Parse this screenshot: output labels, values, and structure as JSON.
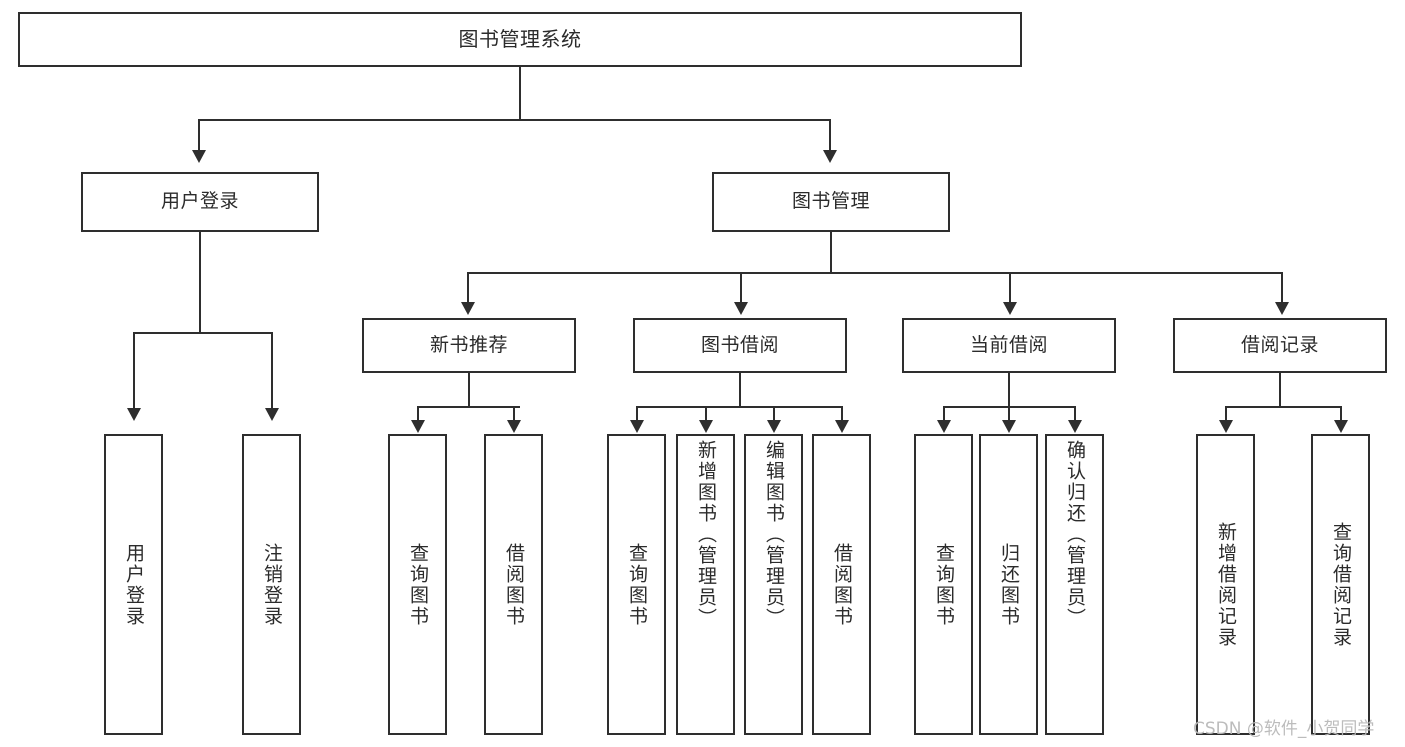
{
  "diagram": {
    "type": "tree",
    "title": "图书管理系统",
    "root": {
      "label": "图书管理系统"
    },
    "level2": [
      {
        "label": "用户登录"
      },
      {
        "label": "图书管理"
      }
    ],
    "level3": [
      {
        "label": "新书推荐"
      },
      {
        "label": "图书借阅"
      },
      {
        "label": "当前借阅"
      },
      {
        "label": "借阅记录"
      }
    ],
    "leaves": {
      "user_login": [
        {
          "label": "用户登录"
        },
        {
          "label": "注销登录"
        }
      ],
      "new_book_recommend": [
        {
          "label": "查询图书"
        },
        {
          "label": "借阅图书"
        }
      ],
      "book_borrow": [
        {
          "label": "查询图书"
        },
        {
          "label": "新增图书（管理员）"
        },
        {
          "label": "编辑图书（管理员）"
        },
        {
          "label": "借阅图书"
        }
      ],
      "current_borrow": [
        {
          "label": "查询图书"
        },
        {
          "label": "归还图书"
        },
        {
          "label": "确认归还（管理员）"
        }
      ],
      "borrow_record": [
        {
          "label": "新增借阅记录"
        },
        {
          "label": "查询借阅记录"
        }
      ]
    }
  },
  "watermark": {
    "text": "CSDN @软件_小贺同学"
  },
  "colors": {
    "stroke": "#2e2e2e",
    "background": "#ffffff",
    "text": "#2b2b2b",
    "watermark": "#b9b9b9"
  }
}
